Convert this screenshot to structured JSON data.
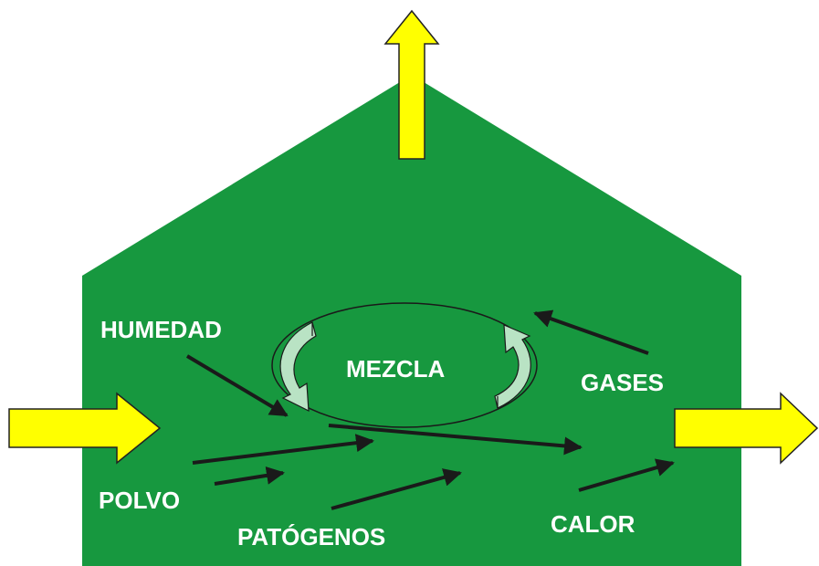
{
  "labels": {
    "humidity": "HUMEDAD",
    "mix": "MEZCLA",
    "gases": "GASES",
    "dust": "POLVO",
    "pathogens": "PATÓGENOS",
    "heat": "CALOR"
  },
  "colors": {
    "building": "#17983f",
    "airflow_arrow": "#ffff00",
    "airflow_outline": "#222222",
    "pollutant_arrow": "#1a1a1a",
    "label_text": "#ffffff",
    "mix_swirl": "#b9e3c4",
    "background": "#ffffff"
  },
  "icons": {
    "inlet": "yellow-block-arrow-right",
    "outlet_side": "yellow-block-arrow-right",
    "outlet_roof": "yellow-block-arrow-up",
    "pollutants": "black-line-arrow",
    "mixing": "circular-swirl-arrows"
  }
}
